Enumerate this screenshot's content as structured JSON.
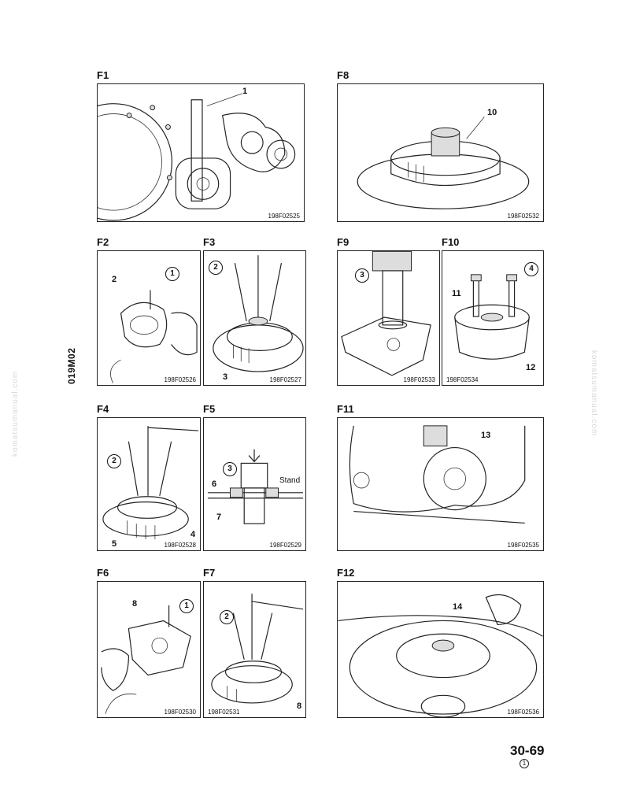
{
  "side_label": "019M02",
  "watermark": "komatsumanual.com",
  "page_number": "30-69",
  "revision_mark": "1",
  "figures": {
    "f1": {
      "label": "F1",
      "code": "198F02525",
      "callouts": [
        "1"
      ]
    },
    "f2": {
      "label": "F2",
      "code": "198F02526",
      "callouts": [
        "2",
        "1"
      ]
    },
    "f3": {
      "label": "F3",
      "code": "198F02527",
      "callouts": [
        "2",
        "3"
      ]
    },
    "f4": {
      "label": "F4",
      "code": "198F02528",
      "callouts": [
        "2",
        "4",
        "5"
      ]
    },
    "f5": {
      "label": "F5",
      "code": "198F02529",
      "callouts": [
        "3",
        "6",
        "7"
      ],
      "stand": "Stand"
    },
    "f6": {
      "label": "F6",
      "code": "198F02530",
      "callouts": [
        "8",
        "1"
      ]
    },
    "f7": {
      "label": "F7",
      "code": "198F02531",
      "callouts": [
        "2",
        "8"
      ]
    },
    "f8": {
      "label": "F8",
      "code": "198F02532",
      "callouts": [
        "10"
      ]
    },
    "f9": {
      "label": "F9",
      "code": "198F02533",
      "callouts": [
        "3"
      ]
    },
    "f10": {
      "label": "F10",
      "code": "198F02534",
      "callouts": [
        "4",
        "11",
        "12"
      ]
    },
    "f11": {
      "label": "F11",
      "code": "198F02535",
      "callouts": [
        "13"
      ]
    },
    "f12": {
      "label": "F12",
      "code": "198F02536",
      "callouts": [
        "14"
      ]
    }
  }
}
